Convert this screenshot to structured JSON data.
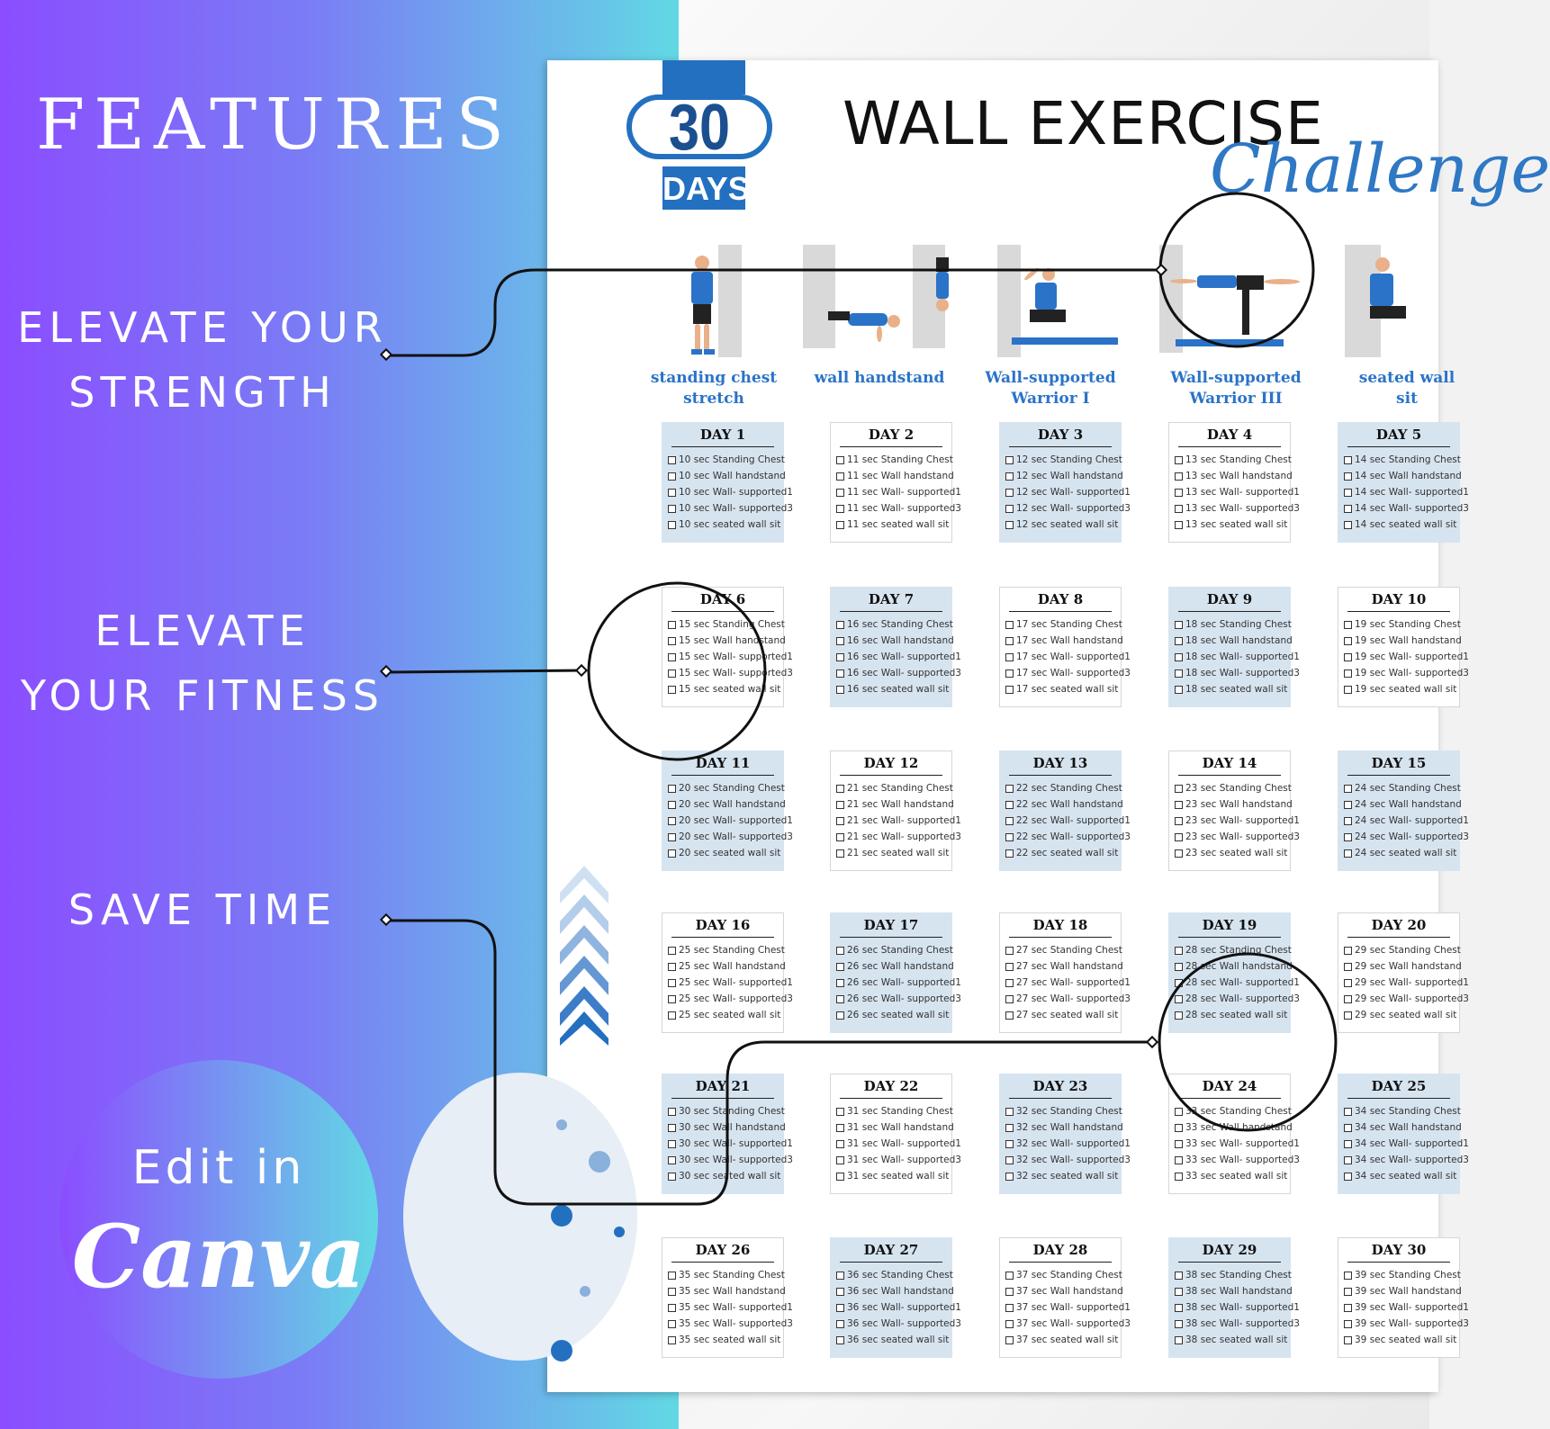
{
  "left": {
    "title": "FEATURES",
    "features": [
      "ELEVATE YOUR\nSTRENGTH",
      "ELEVATE\nYOUR FITNESS",
      "SAVE TIME"
    ],
    "edit_in": "Edit in",
    "canva": "Canva"
  },
  "doc": {
    "badge_number": "30",
    "badge_days": "DAYS",
    "title": "WALL EXERCISE",
    "script": "Challenge",
    "exercises": [
      "standing chest\nstretch",
      "wall handstand",
      "Wall-supported\nWarrior I",
      "Wall-supported\nWarrior III",
      "seated wall\nsit"
    ],
    "days": [
      {
        "label": "DAY 1",
        "items": [
          "10 sec Standing Chest",
          "10 sec Wall handstand",
          "10 sec Wall- supported1",
          "10 sec Wall- supported3",
          "10 sec seated wall sit"
        ]
      },
      {
        "label": "DAY 2",
        "items": [
          "11 sec Standing Chest",
          "11 sec Wall handstand",
          "11 sec Wall- supported1",
          "11 sec Wall- supported3",
          "11 sec seated wall sit"
        ]
      },
      {
        "label": "DAY 3",
        "items": [
          "12 sec Standing Chest",
          "12 sec Wall handstand",
          "12 sec Wall- supported1",
          "12 sec Wall- supported3",
          "12 sec seated wall sit"
        ]
      },
      {
        "label": "DAY 4",
        "items": [
          "13 sec Standing Chest",
          "13 sec Wall handstand",
          "13 sec Wall- supported1",
          "13 sec Wall- supported3",
          "13 sec seated wall sit"
        ]
      },
      {
        "label": "DAY 5",
        "items": [
          "14 sec Standing Chest",
          "14 sec Wall handstand",
          "14 sec Wall- supported1",
          "14 sec Wall- supported3",
          "14 sec seated wall sit"
        ]
      },
      {
        "label": "DAY 6",
        "items": [
          "15 sec Standing Chest",
          "15 sec Wall handstand",
          "15 sec Wall- supported1",
          "15 sec Wall- supported3",
          "15 sec seated wall sit"
        ]
      },
      {
        "label": "DAY 7",
        "items": [
          "16 sec Standing Chest",
          "16 sec Wall handstand",
          "16 sec Wall- supported1",
          "16 sec Wall- supported3",
          "16 sec seated wall sit"
        ]
      },
      {
        "label": "DAY 8",
        "items": [
          "17 sec Standing Chest",
          "17 sec Wall handstand",
          "17 sec Wall- supported1",
          "17 sec Wall- supported3",
          "17 sec seated wall sit"
        ]
      },
      {
        "label": "DAY 9",
        "items": [
          "18 sec Standing Chest",
          "18 sec Wall handstand",
          "18 sec Wall- supported1",
          "18 sec Wall- supported3",
          "18 sec seated wall sit"
        ]
      },
      {
        "label": "DAY 10",
        "items": [
          "19 sec Standing Chest",
          "19 sec Wall handstand",
          "19 sec Wall- supported1",
          "19 sec Wall- supported3",
          "19 sec seated wall sit"
        ]
      },
      {
        "label": "DAY 11",
        "items": [
          "20 sec Standing Chest",
          "20 sec Wall handstand",
          "20 sec Wall- supported1",
          "20 sec Wall- supported3",
          "20 sec seated wall sit"
        ]
      },
      {
        "label": "DAY 12",
        "items": [
          "21 sec Standing Chest",
          "21 sec Wall handstand",
          "21 sec Wall- supported1",
          "21 sec Wall- supported3",
          "21 sec seated wall sit"
        ]
      },
      {
        "label": "DAY 13",
        "items": [
          "22 sec Standing Chest",
          "22 sec Wall handstand",
          "22 sec Wall- supported1",
          "22 sec Wall- supported3",
          "22 sec seated wall sit"
        ]
      },
      {
        "label": "DAY 14",
        "items": [
          "23 sec Standing Chest",
          "23 sec Wall handstand",
          "23 sec Wall- supported1",
          "23 sec Wall- supported3",
          "23 sec seated wall sit"
        ]
      },
      {
        "label": "DAY 15",
        "items": [
          "24 sec Standing Chest",
          "24 sec Wall handstand",
          "24 sec Wall- supported1",
          "24 sec Wall- supported3",
          "24 sec seated wall sit"
        ]
      },
      {
        "label": "DAY 16",
        "items": [
          "25 sec Standing Chest",
          "25 sec Wall handstand",
          "25 sec Wall- supported1",
          "25 sec Wall- supported3",
          "25 sec seated wall sit"
        ]
      },
      {
        "label": "DAY 17",
        "items": [
          "26 sec Standing Chest",
          "26 sec Wall handstand",
          "26 sec Wall- supported1",
          "26 sec Wall- supported3",
          "26 sec seated wall sit"
        ]
      },
      {
        "label": "DAY 18",
        "items": [
          "27 sec Standing Chest",
          "27 sec Wall handstand",
          "27 sec Wall- supported1",
          "27 sec Wall- supported3",
          "27 sec seated wall sit"
        ]
      },
      {
        "label": "DAY 19",
        "items": [
          "28 sec Standing Chest",
          "28 sec Wall handstand",
          "28 sec Wall- supported1",
          "28 sec Wall- supported3",
          "28 sec seated wall sit"
        ]
      },
      {
        "label": "DAY 20",
        "items": [
          "29 sec Standing Chest",
          "29 sec Wall handstand",
          "29 sec Wall- supported1",
          "29 sec Wall- supported3",
          "29 sec seated wall sit"
        ]
      },
      {
        "label": "DAY 21",
        "items": [
          "30 sec Standing Chest",
          "30 sec Wall handstand",
          "30 sec Wall- supported1",
          "30 sec Wall- supported3",
          "30 sec seated wall sit"
        ]
      },
      {
        "label": "DAY 22",
        "items": [
          "31 sec Standing Chest",
          "31 sec Wall handstand",
          "31 sec Wall- supported1",
          "31 sec Wall- supported3",
          "31 sec seated wall sit"
        ]
      },
      {
        "label": "DAY 23",
        "items": [
          "32 sec Standing Chest",
          "32 sec Wall handstand",
          "32 sec Wall- supported1",
          "32 sec Wall- supported3",
          "32 sec seated wall sit"
        ]
      },
      {
        "label": "DAY 24",
        "items": [
          "33 sec Standing Chest",
          "33 sec Wall handstand",
          "33 sec Wall- supported1",
          "33 sec Wall- supported3",
          "33 sec seated wall sit"
        ]
      },
      {
        "label": "DAY 25",
        "items": [
          "34 sec Standing Chest",
          "34 sec Wall handstand",
          "34 sec Wall- supported1",
          "34 sec Wall- supported3",
          "34 sec seated wall sit"
        ]
      },
      {
        "label": "DAY 26",
        "items": [
          "35 sec Standing Chest",
          "35 sec Wall handstand",
          "35 sec Wall- supported1",
          "35 sec Wall- supported3",
          "35 sec seated wall sit"
        ]
      },
      {
        "label": "DAY 27",
        "items": [
          "36 sec Standing Chest",
          "36 sec Wall handstand",
          "36 sec Wall- supported1",
          "36 sec Wall- supported3",
          "36 sec seated wall sit"
        ]
      },
      {
        "label": "DAY 28",
        "items": [
          "37 sec Standing Chest",
          "37 sec Wall handstand",
          "37 sec Wall- supported1",
          "37 sec Wall- supported3",
          "37 sec seated wall sit"
        ]
      },
      {
        "label": "DAY 29",
        "items": [
          "38 sec Standing Chest",
          "38 sec Wall handstand",
          "38 sec Wall- supported1",
          "38 sec Wall- supported3",
          "38 sec seated wall sit"
        ]
      },
      {
        "label": "DAY 30",
        "items": [
          "39 sec Standing Chest",
          "39 sec Wall handstand",
          "39 sec Wall- supported1",
          "39 sec Wall- supported3",
          "39 sec seated wall sit"
        ]
      }
    ]
  },
  "colors": {
    "gradient_start": "#8b4dff",
    "gradient_end": "#62d8e4",
    "accent_blue": "#2a73c8",
    "card_blue": "#d6e4f0"
  },
  "icons": [
    "chevron-up-icon",
    "exercise-figure-icon",
    "checkbox-icon"
  ]
}
